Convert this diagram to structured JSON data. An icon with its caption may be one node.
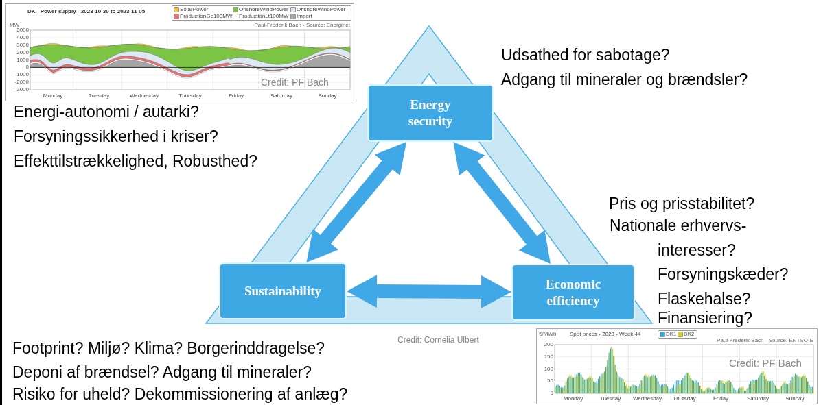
{
  "diagram": {
    "nodes": [
      {
        "text": [
          "Energy security"
        ]
      },
      {
        "text": [
          "Sustainability"
        ]
      },
      {
        "text": [
          "Economic efficiency"
        ]
      }
    ],
    "edges": [
      {
        "from": 0,
        "to": 1,
        "arrow": "both"
      },
      {
        "from": 0,
        "to": 2,
        "arrow": "both"
      },
      {
        "from": 1,
        "to": 2,
        "arrow": "both"
      }
    ],
    "labels": [
      "MW",
      "DK - Power supply - 2023-10-30 to 2023-11-05",
      "Paul-Frederik Bach - Source: Energinet",
      "5000",
      "4000",
      "3000",
      "2000",
      "1000",
      "0",
      "-1000",
      "-2000",
      "-3000",
      "Monday",
      "Tuesday",
      "Wednesday",
      "Thursday",
      "Friday",
      "Saturday",
      "Sunday",
      "Credit: PF Bach",
      "Udsathed for sabotage?",
      "Adgang til mineraler og brændsler?",
      "Energi-autonomi / autarki?",
      "Forsyningssikkerhed i kriser?",
      "Effekttilstrækkelighed, Robusthed?",
      "Pris og prisstabilitet?",
      "Nationale erhvervs- interesser?",
      "Forsyningskæder?",
      "Flaskehalse?",
      "Finansiering?",
      "Footprint? Miljø? Klima? Borgerinddragelse?",
      "Credit: Cornelia Ulbert",
      "€/MWh",
      "Spot prices - 2023 - Week 44",
      "Paul-Frederik Bach - Source: ENTSO-E",
      "200",
      "150",
      "100",
      "50",
      "0",
      "Monday",
      "Tuesday",
      "Wednesday",
      "Thursday",
      "Friday",
      "Saturday",
      "Sunday",
      "Credit: PF Bach",
      "Deponi af brændsel? Adgang til mineraler?",
      "Risiko for uheld? Dekommissionering af anlæg?"
    ],
    "legend": [
      {
        "text": "SolarPower",
        "color": "#f2c232"
      },
      {
        "text": "OnshoreWindPower",
        "color": "#7cc444"
      },
      {
        "text": "OffshoreWindPower",
        "color": "#dce9f5"
      },
      {
        "text": "ProductionGe100MW",
        "color": "#ec7070"
      },
      {
        "text": "ProductionLt100MW",
        "color": "#ffffff"
      },
      {
        "text": "Import",
        "color": "#a6a6a6"
      },
      {
        "text": "DK1",
        "color": "#2ba6d9"
      },
      {
        "text": "DK2",
        "color": "#d9d61e"
      }
    ]
  }
}
